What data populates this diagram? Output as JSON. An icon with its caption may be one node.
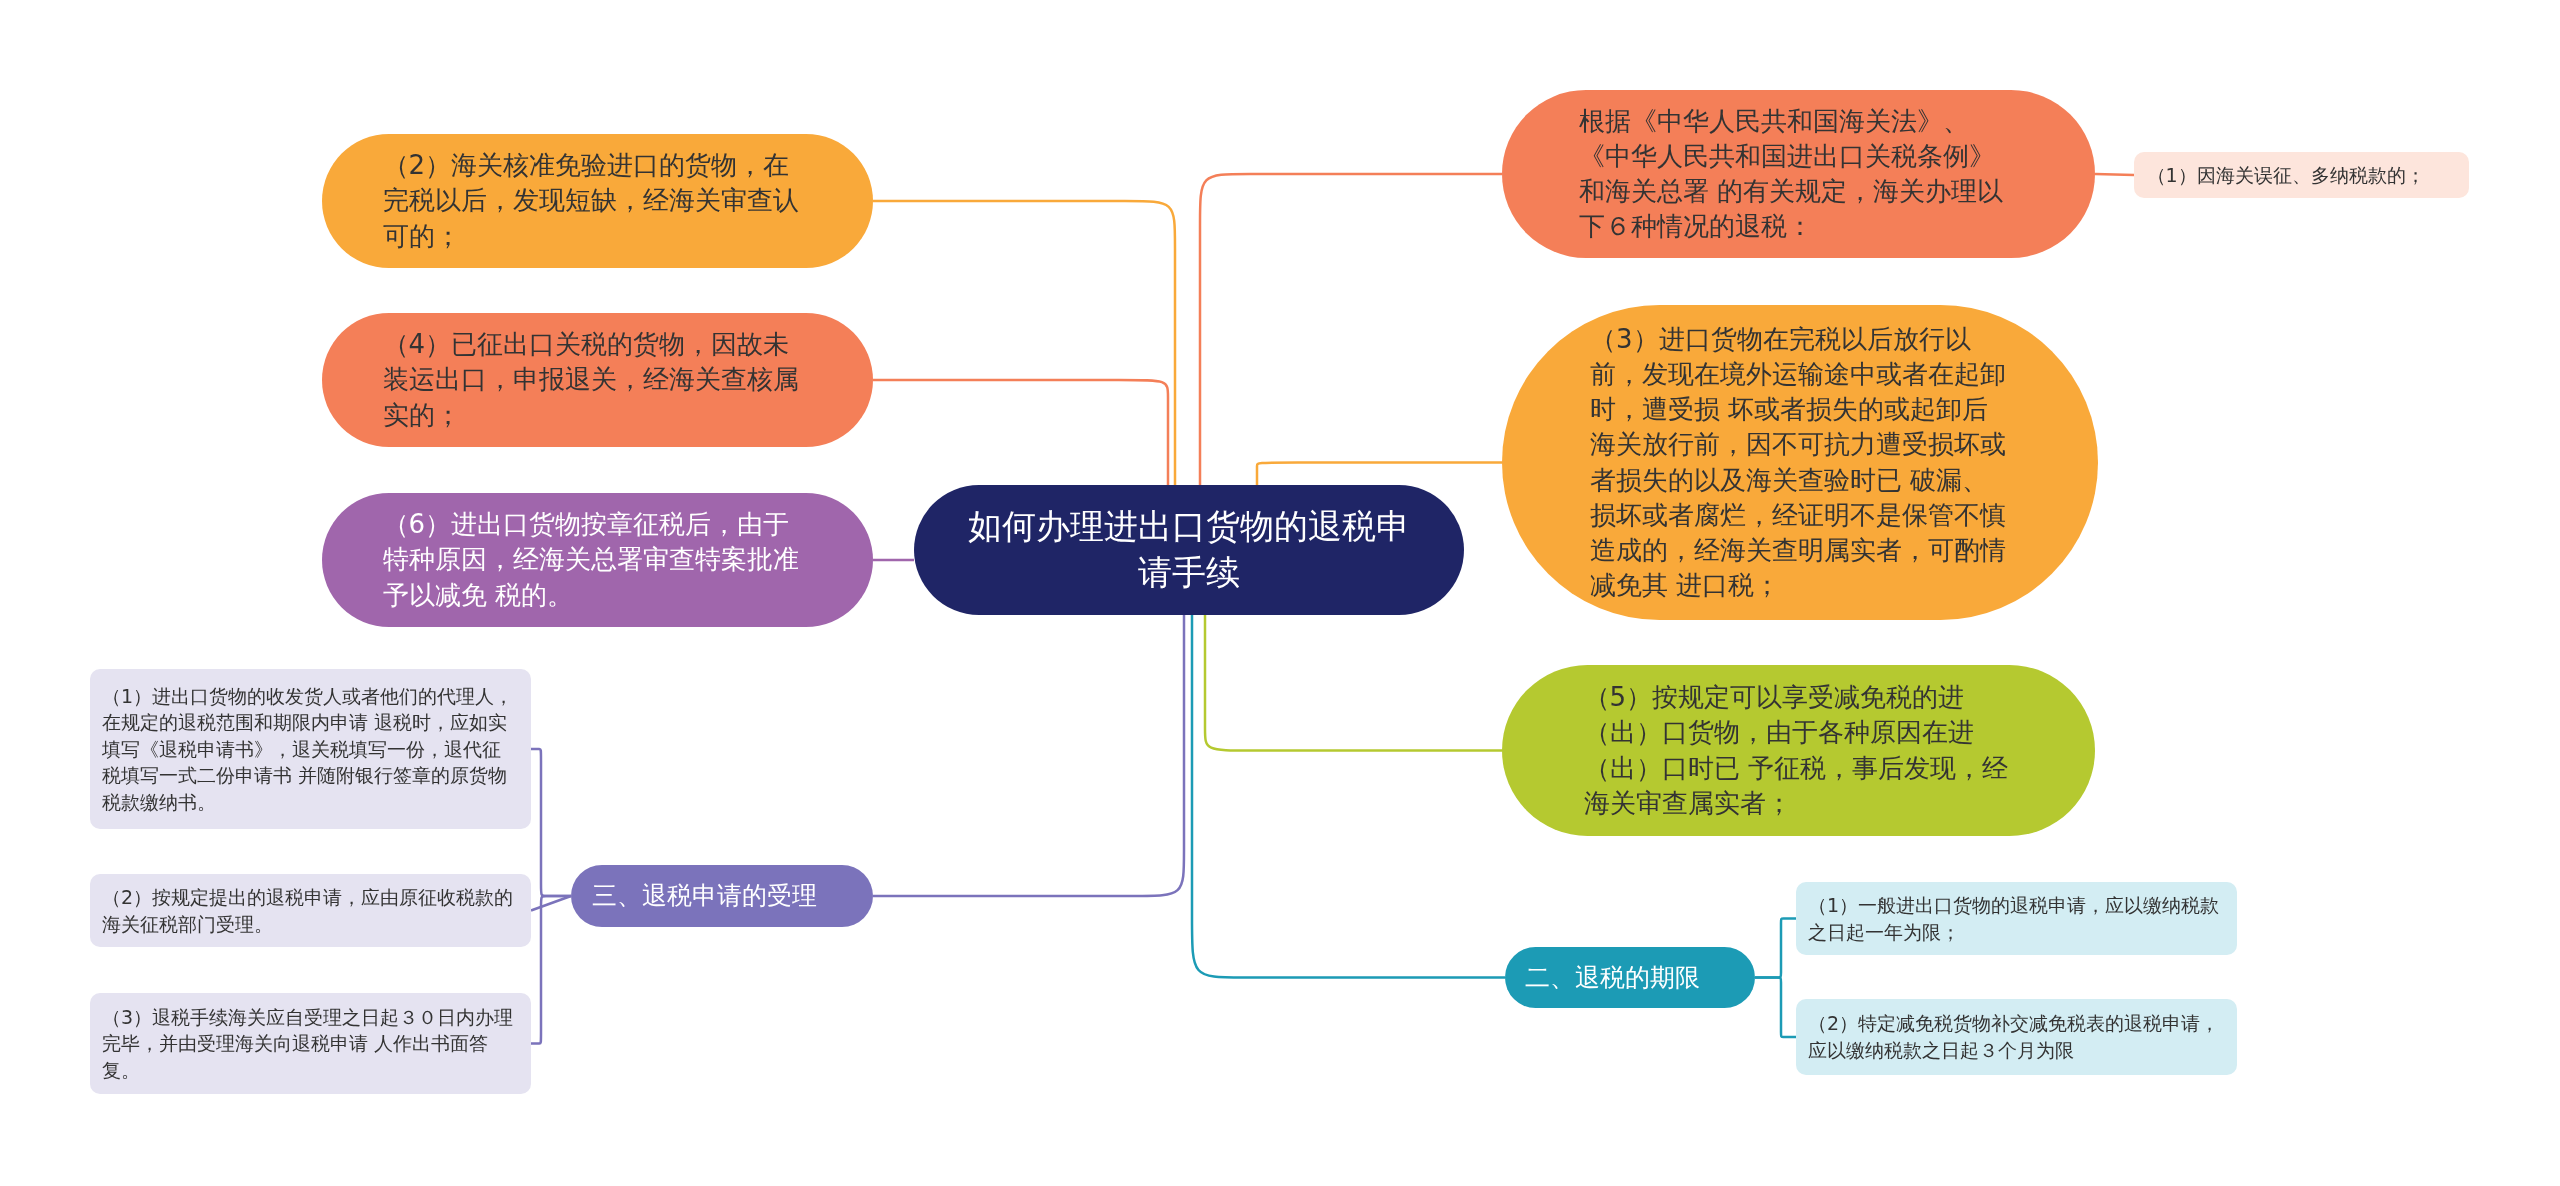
{
  "diagram": {
    "nodes": [
      {
        "text": [
          "如何办理进出口货物的退税申请手续"
        ]
      },
      {
        "text": [
          "（2）海关核准免验进口的货物，在完税以后，发现短缺，经海关审查认可的；"
        ]
      },
      {
        "text": [
          "（4）已征出口关税的货物，因故未装运出口，申报退关，经海关查核属实的；"
        ]
      },
      {
        "text": [
          "（6）进出口货物按章征税后，由于特种原因，经海关总署审查特案批准予以减免 税的。"
        ]
      },
      {
        "text": [
          "三、退税申请的受理"
        ]
      },
      {
        "text": [
          "（1）进出口货物的收发货人或者他们的代理人，在规定的退税范围和期限内申请 退税时，应如实填写《退税申请书》，退关税填写一份，退代征税填写一式二份申请书 并随附银行签章的原货物税款缴纳书。"
        ]
      },
      {
        "text": [
          "（2）按规定提出的退税申请，应由原征收税款的海关征税部门受理。"
        ]
      },
      {
        "text": [
          "（3）退税手续海关应自受理之日起３０日内办理完毕，并由受理海关向退税申请 人作出书面答复。"
        ]
      },
      {
        "text": [
          "根据《中华人民共和国海关法》、《中华人民共和国进出口关税条例》和海关总署 的有关规定，海关办理以下６种情况的退税："
        ]
      },
      {
        "text": [
          "（1）因海关误征、多纳税款的；"
        ]
      },
      {
        "text": [
          "（3）进口货物在完税以后放行以前，发现在境外运输途中或者在起卸时，遭受损 坏或者损失的或起卸后海关放行前，因不可抗力遭受损坏或者损失的以及海关查验时已 破漏、损坏或者腐烂，经证明不是保管不慎造成的，经海关查明属实者，可酌情减免其 进口税；"
        ]
      },
      {
        "text": [
          "（5）按规定可以享受减免税的进（出）口货物，由于各种原因在进（出）口时已 予征税，事后发现，经海关审查属实者；"
        ]
      },
      {
        "text": [
          "二、退税的期限"
        ]
      },
      {
        "text": [
          "（1）一般进出口货物的退税申请，应以缴纳税款之日起一年为限；"
        ]
      },
      {
        "text": [
          "（2）特定减免税货物补交减免税表的退税申请，应以缴纳税款之日起３个月为限"
        ]
      }
    ],
    "edges": [
      {
        "from": 0,
        "to": 1,
        "arrow": "none",
        "color": "#f9a93a"
      },
      {
        "from": 0,
        "to": 2,
        "arrow": "none",
        "color": "#f47f58"
      },
      {
        "from": 0,
        "to": 3,
        "arrow": "none",
        "color": "#a066ac"
      },
      {
        "from": 0,
        "to": 4,
        "arrow": "none",
        "color": "#7b73bb"
      },
      {
        "from": 4,
        "to": 5,
        "arrow": "none",
        "color": "#7b73bb"
      },
      {
        "from": 4,
        "to": 6,
        "arrow": "none",
        "color": "#7b73bb"
      },
      {
        "from": 4,
        "to": 7,
        "arrow": "none",
        "color": "#7b73bb"
      },
      {
        "from": 0,
        "to": 8,
        "arrow": "none",
        "color": "#f47f58"
      },
      {
        "from": 8,
        "to": 9,
        "arrow": "none",
        "color": "#f47f58"
      },
      {
        "from": 0,
        "to": 10,
        "arrow": "none",
        "color": "#f9a93a"
      },
      {
        "from": 0,
        "to": 11,
        "arrow": "none",
        "color": "#b5c930"
      },
      {
        "from": 0,
        "to": 12,
        "arrow": "none",
        "color": "#1c9bb5"
      },
      {
        "from": 12,
        "to": 13,
        "arrow": "none",
        "color": "#1c9bb5"
      },
      {
        "from": 12,
        "to": 14,
        "arrow": "none",
        "color": "#1c9bb5"
      }
    ]
  }
}
